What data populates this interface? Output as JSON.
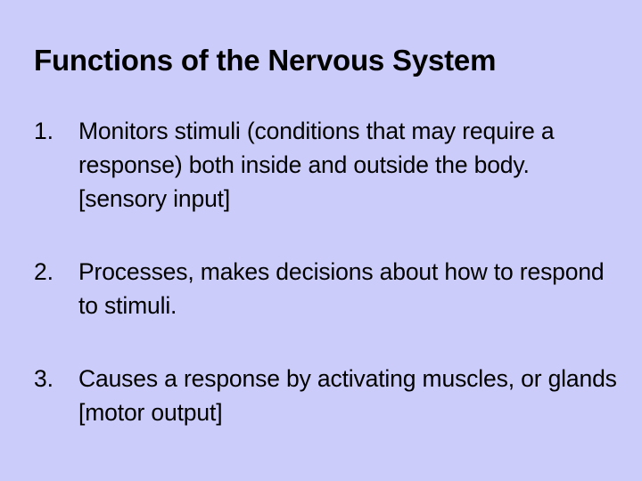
{
  "slide": {
    "title": "Functions of the Nervous System",
    "background_color": "#ccccfa",
    "text_color": "#000000",
    "items": [
      {
        "number": "1.",
        "text": "Monitors stimuli (conditions that may require a response) both inside and outside the body. [sensory input]"
      },
      {
        "number": "2.",
        "text": "Processes, makes decisions about how to respond to stimuli."
      },
      {
        "number": "3.",
        "text": "Causes a response by activating muscles, or glands [motor output]"
      }
    ]
  }
}
